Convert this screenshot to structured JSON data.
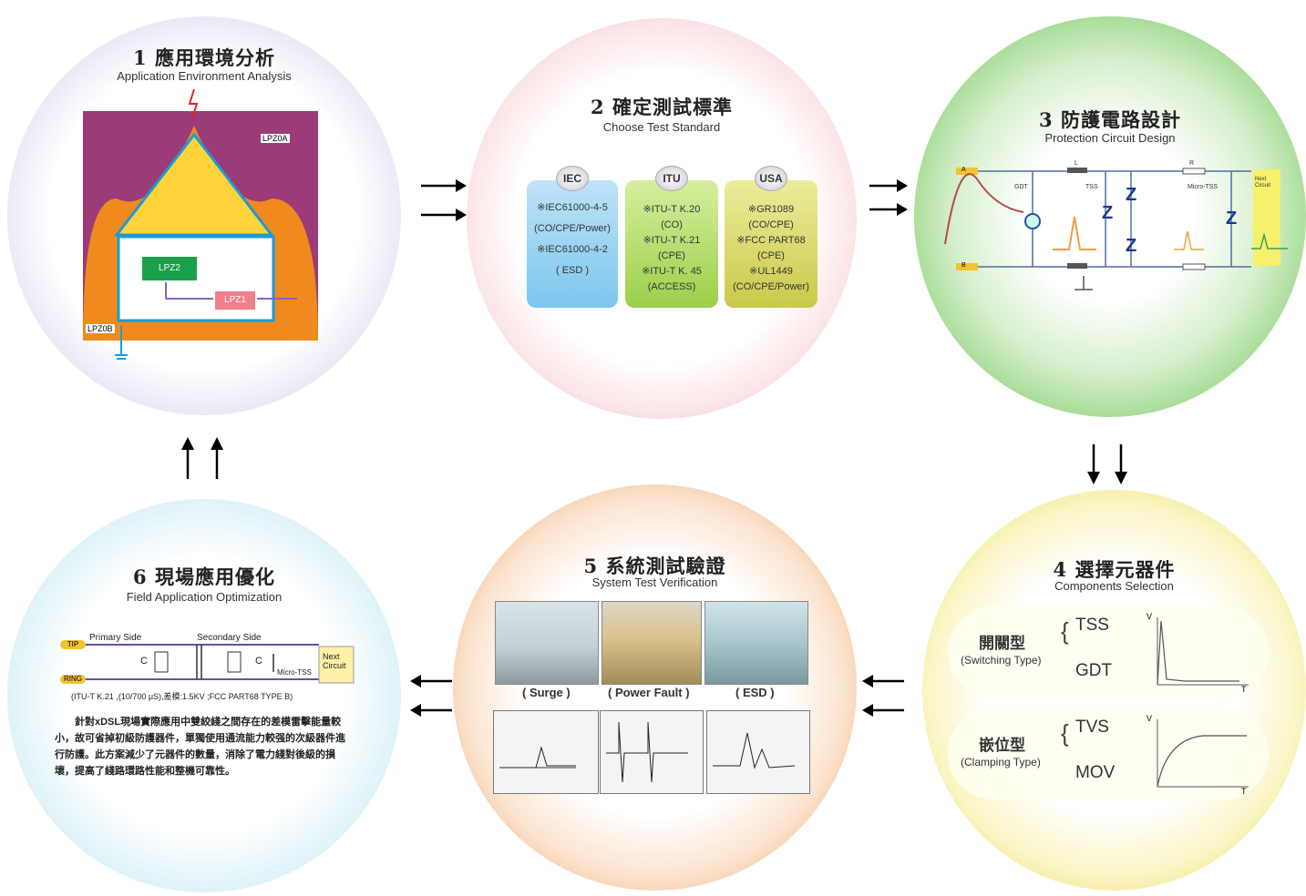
{
  "step1": {
    "title": "1 應用環境分析",
    "subtitle": "Application Environment Analysis",
    "zones": [
      "LPZ0A",
      "LPZ0B",
      "LPZ1",
      "LPZ2"
    ]
  },
  "step2": {
    "title": "2 確定測試標準",
    "subtitle": "Choose Test Standard",
    "standards": [
      {
        "head": "IEC",
        "lines": [
          "※IEC61000-4-5",
          "(CO/CPE/Power)",
          "※IEC61000-4-2",
          "( ESD )"
        ]
      },
      {
        "head": "ITU",
        "lines": [
          "※ITU-T K.20",
          "(CO)",
          "※ITU-T K.21",
          "(CPE)",
          "※ITU-T K. 45",
          "(ACCESS)"
        ]
      },
      {
        "head": "USA",
        "lines": [
          "※GR1089",
          "(CO/CPE)",
          "※FCC PART68",
          "(CPE)",
          "※UL1449",
          "(CO/CPE/Power)"
        ]
      }
    ]
  },
  "step3": {
    "title": "3 防護電路設計",
    "subtitle": "Protection Circuit Design",
    "labels": {
      "a": "A",
      "b": "B",
      "gdt": "GDT",
      "tss": "TSS",
      "micro_tss": "Micro-TSS",
      "l": "L",
      "r": "R",
      "next": "Next Circuit"
    }
  },
  "step4": {
    "title": "4 選擇元器件",
    "subtitle": "Components Selection",
    "groups": [
      {
        "name": "開關型",
        "type": "(Switching Type)",
        "items": [
          "TSS",
          "GDT"
        ],
        "v": "V",
        "t": "T"
      },
      {
        "name": "嵌位型",
        "type": "(Clamping Type)",
        "items": [
          "TVS",
          "MOV"
        ],
        "v": "V",
        "t": "T"
      }
    ]
  },
  "step5": {
    "title": "5 系統測試驗證",
    "subtitle": "System Test Verification",
    "tests": [
      "( Surge )",
      "( Power Fault )",
      "( ESD )"
    ]
  },
  "step6": {
    "title": "6 現場應用優化",
    "subtitle": "Field Application Optimization",
    "primary": "Primary Side",
    "secondary": "Secondary Side",
    "tip": "TIP",
    "ring": "RING",
    "micro_tss": "Micro-TSS",
    "next": "Next Circuit",
    "cap": "C",
    "spec": "(ITU-T K.21 ,(10/700 μS),差模:1.5KV ;FCC PART68 TYPE B)",
    "desc": "針對xDSL現場實際應用中雙絞綫之間存在的差模雷擊能量較小，故可省掉初級防護器件，單獨使用通流能力較强的次級器件進行防護。此方案減少了元器件的數量，消除了電力綫對後級的損壞，提高了綫路環路性能和整機可靠性。"
  },
  "colors": {
    "circle1": "#9497d4",
    "circle2": "#ee9aa2",
    "circle3": "#5fb84a",
    "circle4": "#dccd3a",
    "circle5": "#e2904f",
    "circle6": "#8ccbe6",
    "iec": "#7cc6ee",
    "itu": "#9ccf4a",
    "usa": "#c9c94a"
  }
}
